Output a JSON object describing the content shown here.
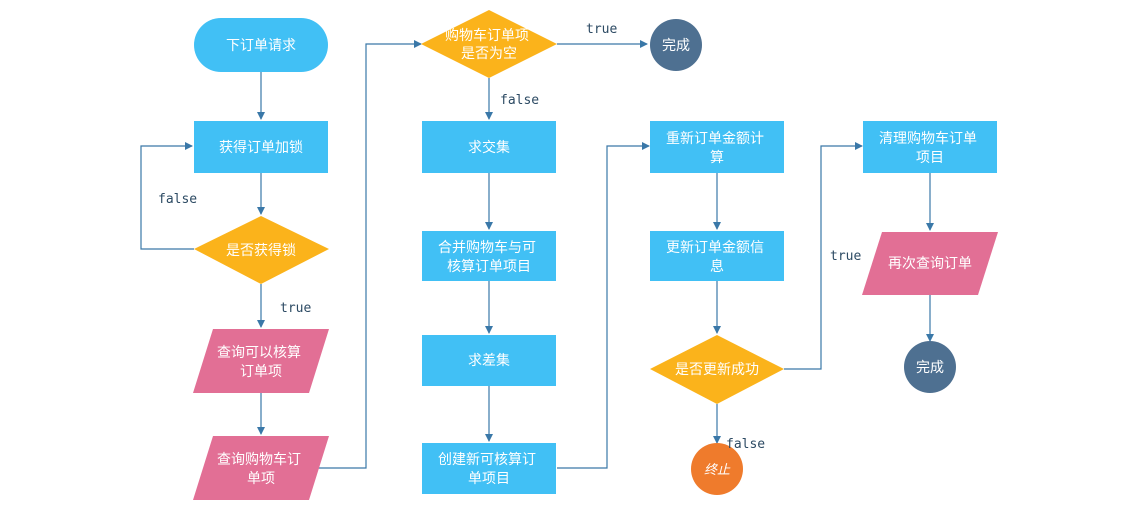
{
  "colors": {
    "process": "#41c0f5",
    "decision": "#fbb31b",
    "io": "#e26f95",
    "terminal_done": "#4e7091",
    "terminal_stop": "#ef7b2c",
    "start": "#41c0f5",
    "line": "#3a78a8",
    "label": "#2c4a63"
  },
  "nodes": {
    "start": [
      "下订单请求"
    ],
    "lock": [
      "获得订单加锁"
    ],
    "got_lock": [
      "是否获得锁"
    ],
    "query_checkable": [
      "查询可以核算",
      "订单项"
    ],
    "query_cart": [
      "查询购物车订",
      "单项"
    ],
    "cart_empty": [
      "购物车订单项",
      "是否为空"
    ],
    "done_top": [
      "完成"
    ],
    "intersect": [
      "求交集"
    ],
    "merge": [
      "合并购物车与可",
      "核算订单项目"
    ],
    "diff": [
      "求差集"
    ],
    "create": [
      "创建新可核算订",
      "单项目"
    ],
    "recalc": [
      "重新订单金额计",
      "算"
    ],
    "update": [
      "更新订单金额信",
      "息"
    ],
    "update_ok": [
      "是否更新成功"
    ],
    "stop": [
      "终止"
    ],
    "clean": [
      "清理购物车订单",
      "项目"
    ],
    "requery": [
      "再次查询订单"
    ],
    "done_bottom": [
      "完成"
    ]
  },
  "edge_labels": {
    "got_lock_false": "false",
    "got_lock_true": "true",
    "cart_empty_true": "true",
    "cart_empty_false": "false",
    "update_ok_false": "false",
    "update_ok_true": "true"
  }
}
